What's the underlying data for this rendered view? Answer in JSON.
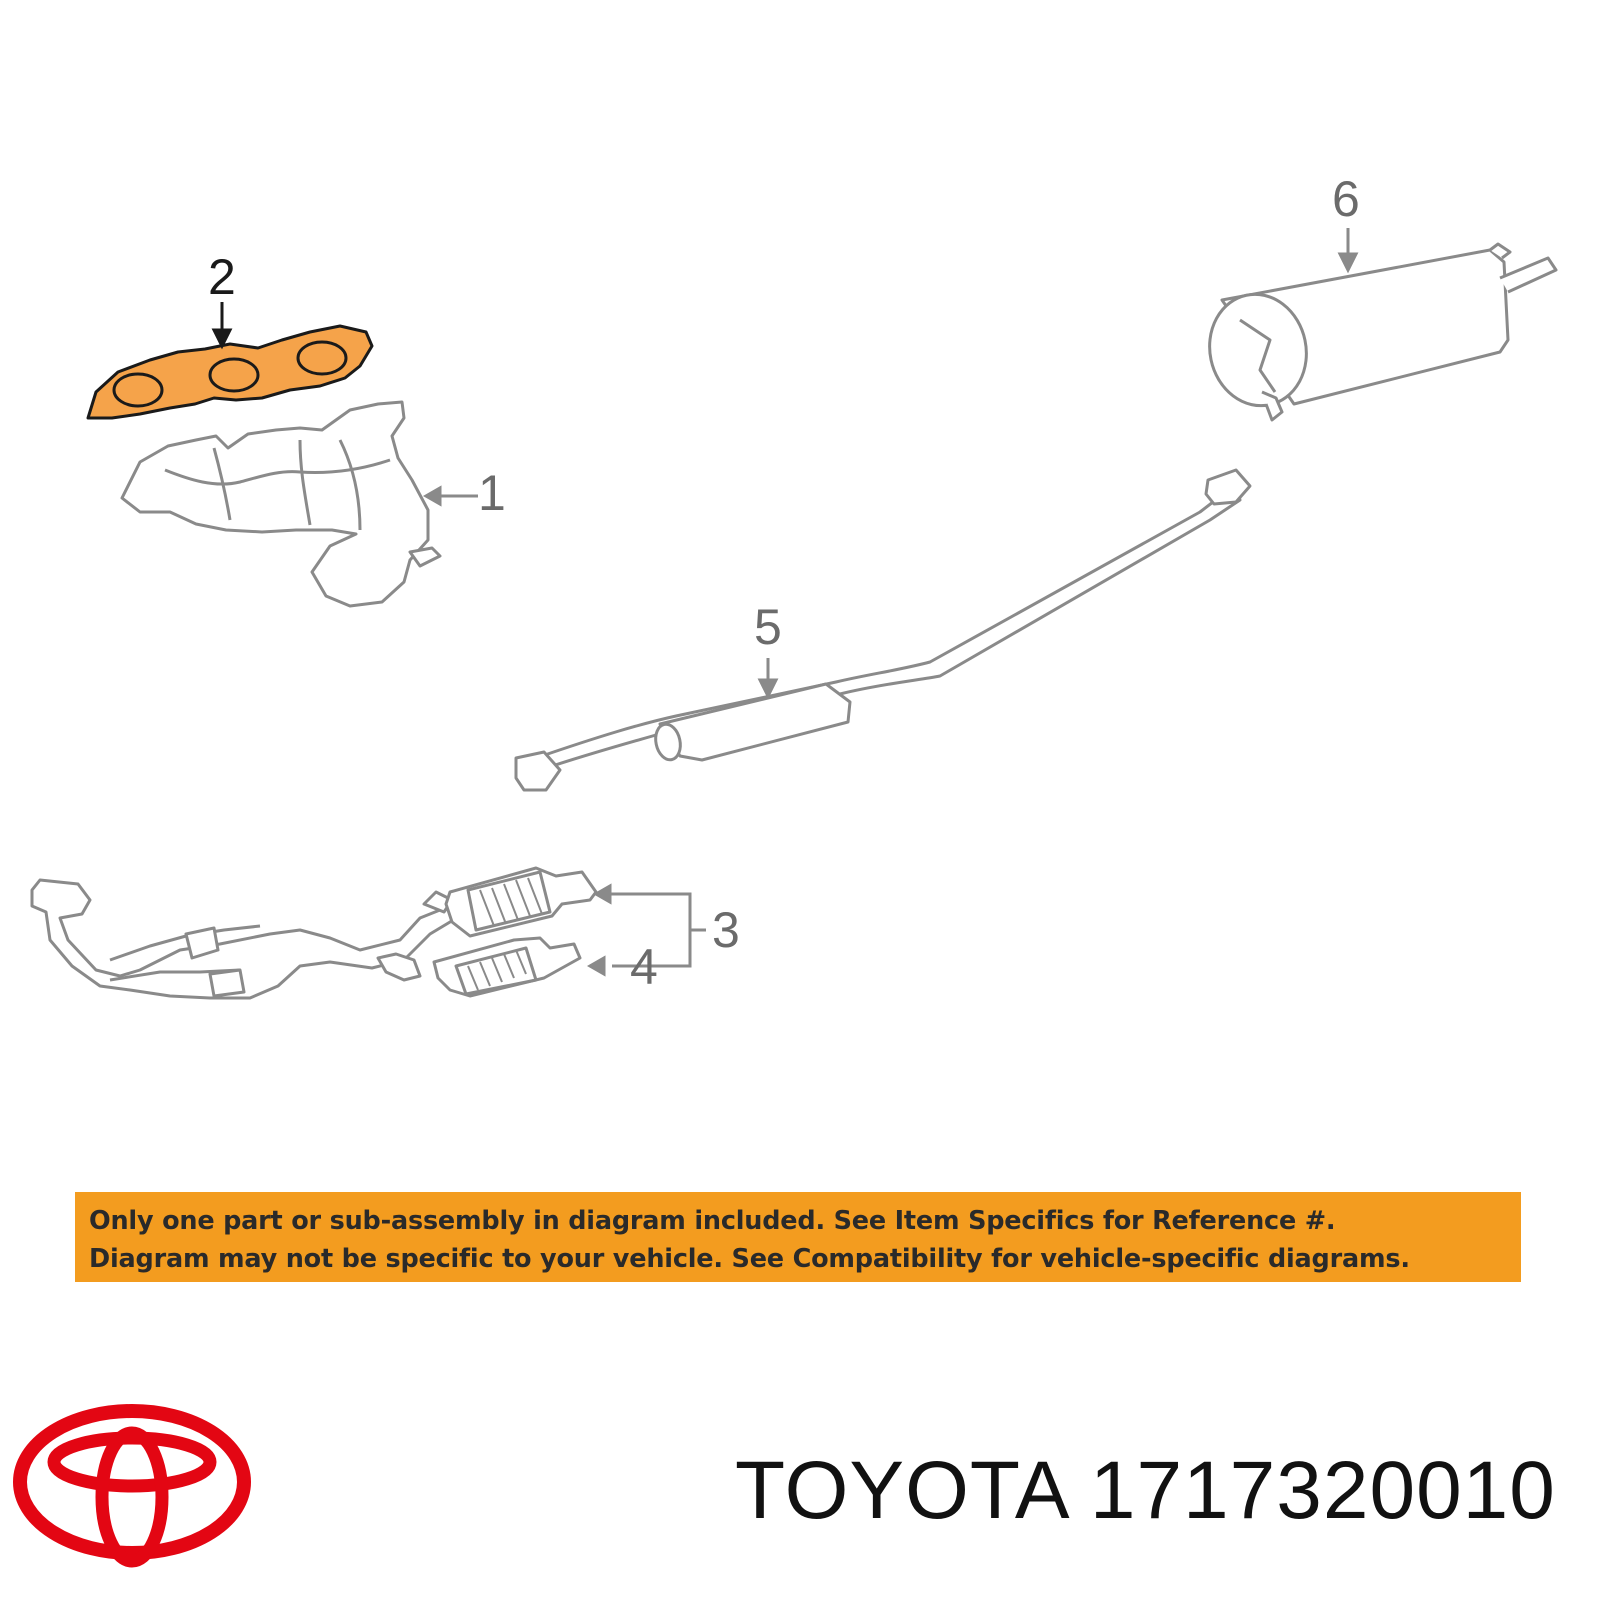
{
  "diagram": {
    "colors": {
      "highlight_fill": "#f5a34a",
      "highlight_stroke": "#1a1a1a",
      "part_stroke": "#8a8a8a",
      "banner": "#f39c1f",
      "logo": "#e30613"
    },
    "callouts": [
      {
        "id": "1",
        "label": "1"
      },
      {
        "id": "2",
        "label": "2",
        "highlighted": true
      },
      {
        "id": "3",
        "label": "3"
      },
      {
        "id": "4",
        "label": "4"
      },
      {
        "id": "5",
        "label": "5"
      },
      {
        "id": "6",
        "label": "6"
      }
    ]
  },
  "notice": {
    "line1": "Only one part or sub-assembly in diagram included. See Item Specifics for Reference #.",
    "line2": "Diagram may not be specific to your vehicle. See Compatibility for vehicle-specific diagrams."
  },
  "brand": {
    "name": "TOYOTA",
    "part_number": "1717320010",
    "logo_icon": "toyota-logo-icon"
  }
}
